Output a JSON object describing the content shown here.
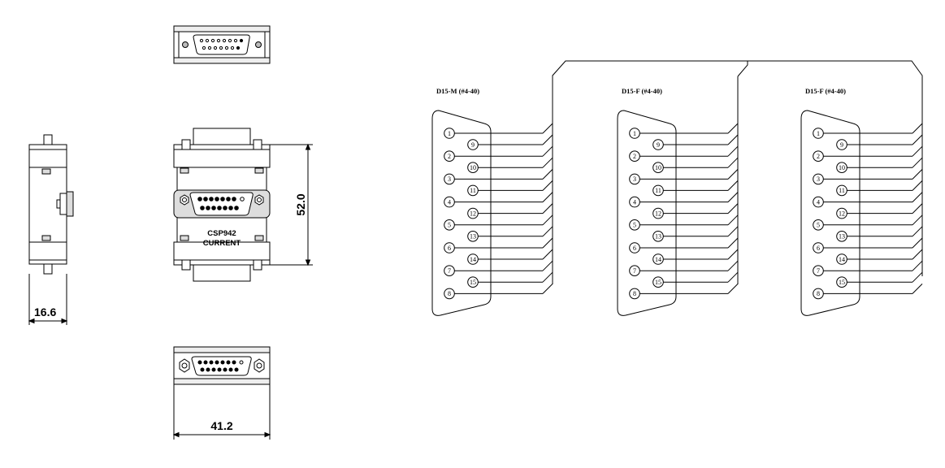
{
  "mechanical": {
    "width_dim": "16.6",
    "height_dim": "52.0",
    "length_dim": "41.2",
    "label_line1": "CSP942",
    "label_line2": "CURRENT"
  },
  "connectors": [
    {
      "title": "D15-M (#4-40)"
    },
    {
      "title": "D15-F (#4-40)"
    },
    {
      "title": "D15-F (#4-40)"
    }
  ],
  "pins_left": [
    "1",
    "2",
    "3",
    "4",
    "5",
    "6",
    "7",
    "8"
  ],
  "pins_right": [
    "9",
    "10",
    "11",
    "12",
    "13",
    "14",
    "15"
  ]
}
